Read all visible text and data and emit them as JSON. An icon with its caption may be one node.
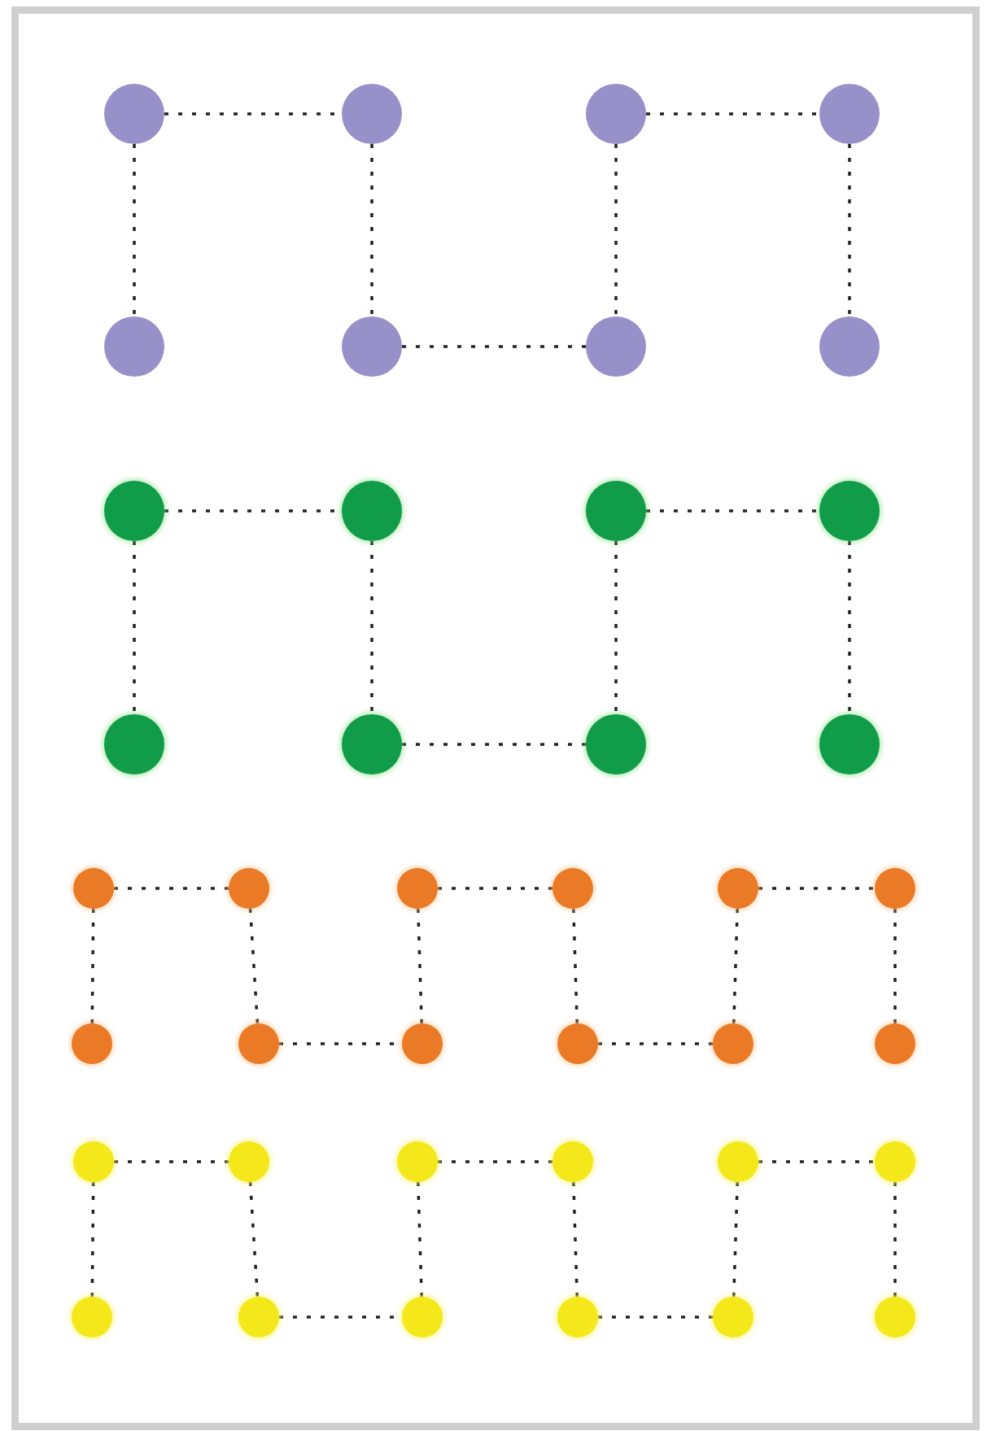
{
  "diagram": {
    "nodes": [
      {
        "text": [],
        "shape": "circle"
      },
      {
        "text": [],
        "shape": "circle"
      },
      {
        "text": [],
        "shape": "circle"
      },
      {
        "text": [],
        "shape": "circle"
      },
      {
        "text": [],
        "shape": "circle"
      },
      {
        "text": [],
        "shape": "circle"
      },
      {
        "text": [],
        "shape": "circle"
      },
      {
        "text": [],
        "shape": "circle"
      },
      {
        "text": [],
        "shape": "circle"
      },
      {
        "text": [],
        "shape": "circle"
      },
      {
        "text": [],
        "shape": "circle"
      },
      {
        "text": [],
        "shape": "circle"
      },
      {
        "text": [],
        "shape": "circle"
      },
      {
        "text": [],
        "shape": "circle"
      },
      {
        "text": [],
        "shape": "circle"
      },
      {
        "text": [],
        "shape": "circle"
      },
      {
        "text": [],
        "shape": "circle"
      },
      {
        "text": [],
        "shape": "circle"
      },
      {
        "text": [],
        "shape": "circle"
      },
      {
        "text": [],
        "shape": "circle"
      },
      {
        "text": [],
        "shape": "circle"
      },
      {
        "text": [],
        "shape": "circle"
      },
      {
        "text": [],
        "shape": "circle"
      },
      {
        "text": [],
        "shape": "circle"
      },
      {
        "text": [],
        "shape": "circle"
      },
      {
        "text": [],
        "shape": "circle"
      },
      {
        "text": [],
        "shape": "circle"
      },
      {
        "text": [],
        "shape": "circle"
      },
      {
        "text": [],
        "shape": "circle"
      },
      {
        "text": [],
        "shape": "circle"
      },
      {
        "text": [],
        "shape": "circle"
      },
      {
        "text": [],
        "shape": "circle"
      },
      {
        "text": [],
        "shape": "circle"
      },
      {
        "text": [],
        "shape": "circle"
      },
      {
        "text": [],
        "shape": "circle"
      },
      {
        "text": [],
        "shape": "circle"
      },
      {
        "text": [],
        "shape": "circle"
      },
      {
        "text": [],
        "shape": "circle"
      },
      {
        "text": [],
        "shape": "circle"
      },
      {
        "text": [],
        "shape": "circle"
      }
    ],
    "edges": [
      {
        "from": 0,
        "to": 1,
        "arrow": "none",
        "style": "dashed"
      },
      {
        "from": 0,
        "to": 4,
        "arrow": "none",
        "style": "dashed"
      },
      {
        "from": 1,
        "to": 5,
        "arrow": "none",
        "style": "dashed"
      },
      {
        "from": 5,
        "to": 6,
        "arrow": "none",
        "style": "dashed"
      },
      {
        "from": 2,
        "to": 6,
        "arrow": "none",
        "style": "dashed"
      },
      {
        "from": 2,
        "to": 3,
        "arrow": "none",
        "style": "dashed"
      },
      {
        "from": 3,
        "to": 7,
        "arrow": "none",
        "style": "dashed"
      },
      {
        "from": 8,
        "to": 9,
        "arrow": "none",
        "style": "dashed"
      },
      {
        "from": 8,
        "to": 12,
        "arrow": "none",
        "style": "dashed"
      },
      {
        "from": 9,
        "to": 13,
        "arrow": "none",
        "style": "dashed"
      },
      {
        "from": 13,
        "to": 14,
        "arrow": "none",
        "style": "dashed"
      },
      {
        "from": 10,
        "to": 14,
        "arrow": "none",
        "style": "dashed"
      },
      {
        "from": 10,
        "to": 11,
        "arrow": "none",
        "style": "dashed"
      },
      {
        "from": 11,
        "to": 15,
        "arrow": "none",
        "style": "dashed"
      },
      {
        "from": 16,
        "to": 17,
        "arrow": "none",
        "style": "dashed"
      },
      {
        "from": 16,
        "to": 22,
        "arrow": "none",
        "style": "dashed"
      },
      {
        "from": 17,
        "to": 23,
        "arrow": "none",
        "style": "dashed"
      },
      {
        "from": 23,
        "to": 24,
        "arrow": "none",
        "style": "dashed"
      },
      {
        "from": 18,
        "to": 24,
        "arrow": "none",
        "style": "dashed"
      },
      {
        "from": 18,
        "to": 19,
        "arrow": "none",
        "style": "dashed"
      },
      {
        "from": 19,
        "to": 25,
        "arrow": "none",
        "style": "dashed"
      },
      {
        "from": 25,
        "to": 26,
        "arrow": "none",
        "style": "dashed"
      },
      {
        "from": 20,
        "to": 26,
        "arrow": "none",
        "style": "dashed"
      },
      {
        "from": 20,
        "to": 21,
        "arrow": "none",
        "style": "dashed"
      },
      {
        "from": 21,
        "to": 27,
        "arrow": "none",
        "style": "dashed"
      },
      {
        "from": 28,
        "to": 29,
        "arrow": "none",
        "style": "dashed"
      },
      {
        "from": 28,
        "to": 34,
        "arrow": "none",
        "style": "dashed"
      },
      {
        "from": 29,
        "to": 35,
        "arrow": "none",
        "style": "dashed"
      },
      {
        "from": 35,
        "to": 36,
        "arrow": "none",
        "style": "dashed"
      },
      {
        "from": 30,
        "to": 36,
        "arrow": "none",
        "style": "dashed"
      },
      {
        "from": 30,
        "to": 31,
        "arrow": "none",
        "style": "dashed"
      },
      {
        "from": 31,
        "to": 37,
        "arrow": "none",
        "style": "dashed"
      },
      {
        "from": 37,
        "to": 38,
        "arrow": "none",
        "style": "dashed"
      },
      {
        "from": 32,
        "to": 38,
        "arrow": "none",
        "style": "dashed"
      },
      {
        "from": 32,
        "to": 33,
        "arrow": "none",
        "style": "dashed"
      },
      {
        "from": 33,
        "to": 39,
        "arrow": "none",
        "style": "dashed"
      }
    ]
  }
}
